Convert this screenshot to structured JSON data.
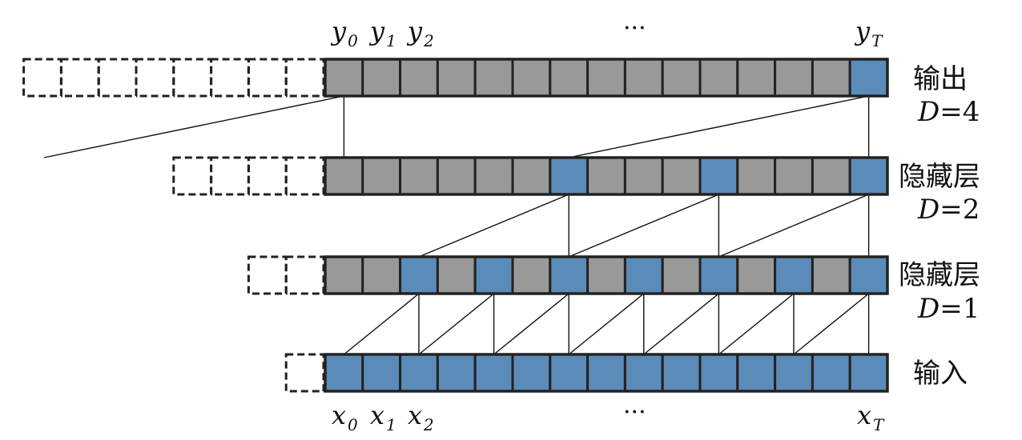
{
  "diagram": {
    "cells_per_row": 15,
    "colors": {
      "inactive": "#999999",
      "active": "#5b8bb9"
    },
    "layers": [
      {
        "id": "output",
        "name": "输出",
        "dilation_prefix": "D",
        "dilation_value": "=4",
        "active_cells": [
          14
        ],
        "padding_cells": 8,
        "connection_step": 8
      },
      {
        "id": "hidden2",
        "name": "隐藏层",
        "dilation_prefix": "D",
        "dilation_value": "=2",
        "active_cells": [
          6,
          10,
          14
        ],
        "padding_cells": 4,
        "connection_step": 4
      },
      {
        "id": "hidden1",
        "name": "隐藏层",
        "dilation_prefix": "D",
        "dilation_value": "=1",
        "active_cells": [
          2,
          4,
          6,
          8,
          10,
          12,
          14
        ],
        "padding_cells": 2,
        "connection_step": 2
      },
      {
        "id": "input",
        "name": "输入",
        "dilation_prefix": "",
        "dilation_value": "",
        "active_cells": [
          0,
          1,
          2,
          3,
          4,
          5,
          6,
          7,
          8,
          9,
          10,
          11,
          12,
          13,
          14
        ],
        "padding_cells": 1,
        "connection_step": 1
      }
    ],
    "top_labels": [
      {
        "base": "y",
        "sub": "0"
      },
      {
        "base": "y",
        "sub": "1"
      },
      {
        "base": "y",
        "sub": "2"
      },
      {
        "base": "y",
        "sub": "T"
      }
    ],
    "bottom_labels": [
      {
        "base": "x",
        "sub": "0"
      },
      {
        "base": "x",
        "sub": "1"
      },
      {
        "base": "x",
        "sub": "2"
      },
      {
        "base": "x",
        "sub": "T"
      }
    ],
    "ellipsis": "···"
  }
}
